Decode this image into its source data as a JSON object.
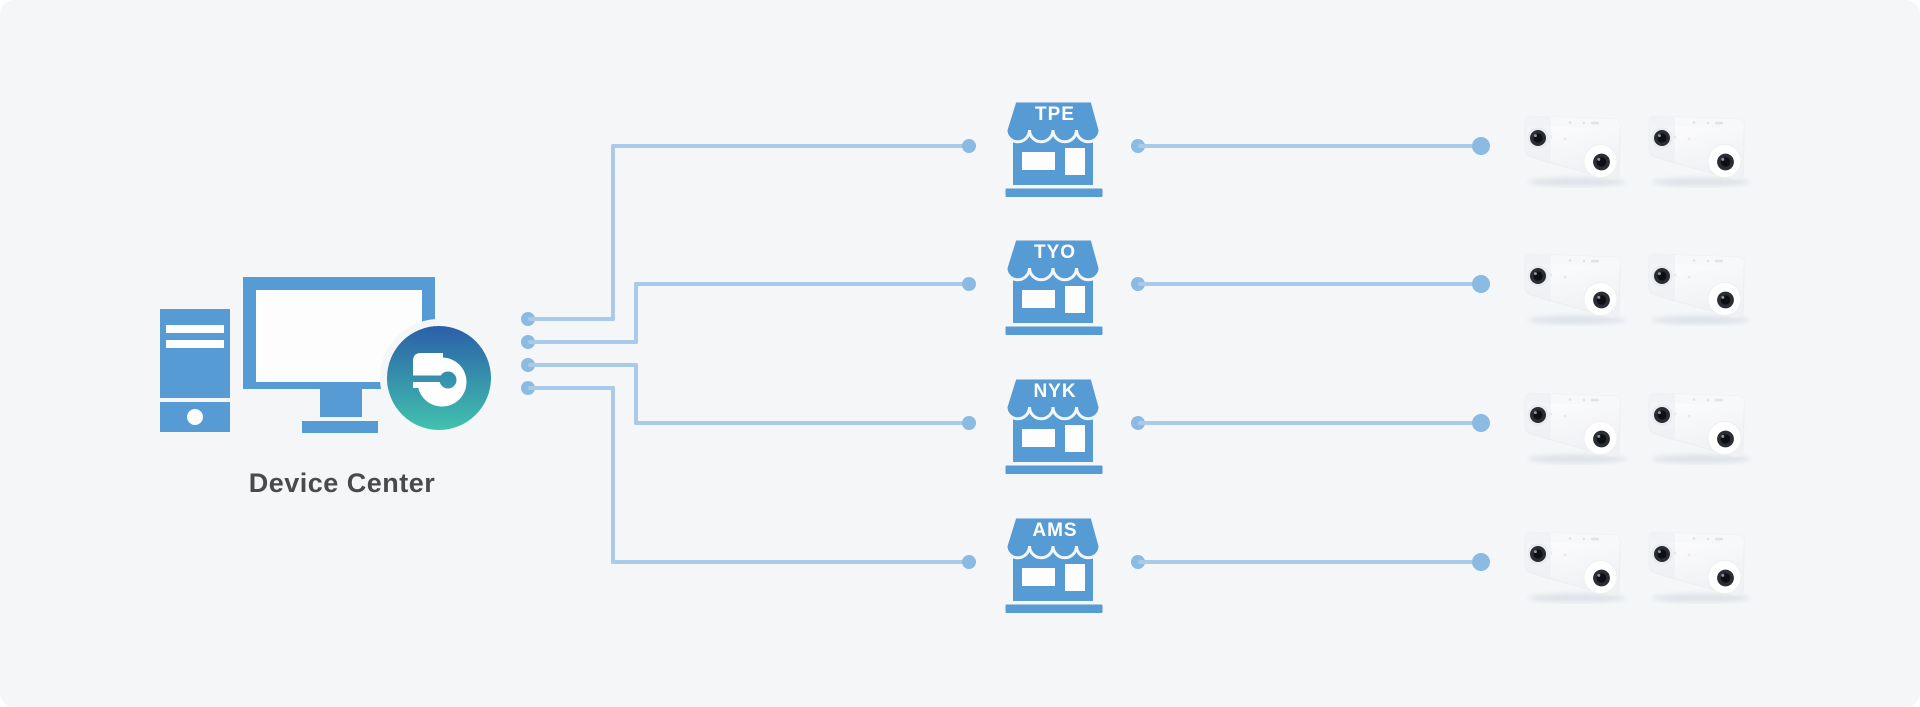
{
  "diagram_title": "Device Center",
  "device_center": {
    "label": "Device Center",
    "icons": [
      "desktop-tower-icon",
      "monitor-icon",
      "device-center-logo"
    ],
    "port_count": 4
  },
  "stores": [
    {
      "code": "TPE",
      "cameras": 2
    },
    {
      "code": "TYO",
      "cameras": 2
    },
    {
      "code": "NYK",
      "cameras": 2
    },
    {
      "code": "AMS",
      "cameras": 2
    }
  ],
  "icons": {
    "store": "storefront-icon",
    "camera": "stereo-camera-icon",
    "connector": "connection-line-with-dots"
  },
  "colors": {
    "background": "#f4f6f8",
    "icon_blue": "#579bd5",
    "line_blue": "#a9cbe9",
    "dot_blue": "#8bbae3",
    "logo_gradient_top": "#2b5fa9",
    "logo_gradient_bottom": "#41c2ae",
    "label_gray": "#4a4a4c",
    "store_label_white": "#ffffff"
  }
}
